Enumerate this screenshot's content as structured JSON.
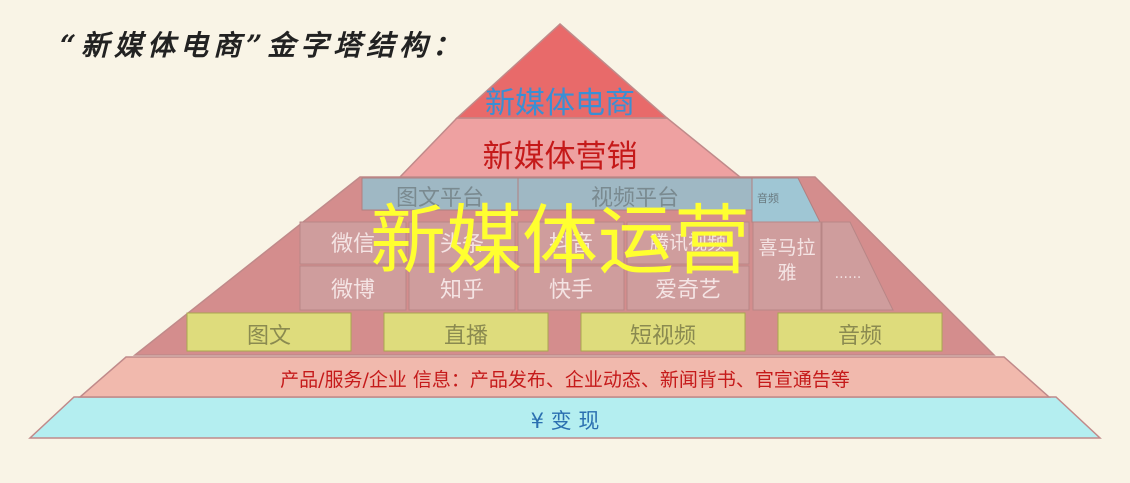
{
  "title": "“新媒体电商”金字塔结构：",
  "layers": {
    "top": "新媒体电商",
    "marketing": "新媒体营销",
    "operation": "新媒体运营",
    "info": "产品/服务/企业 信息：产品发布、企业动态、新闻背书、官宣通告等",
    "monetize": "¥ 变 现"
  },
  "platforms": {
    "image_text": "图文平台",
    "video": "视频平台",
    "audio": "音频"
  },
  "channels": {
    "wechat": "微信",
    "toutiao": "头条",
    "douyin": "抖音",
    "tencent_video": "腾讯视频",
    "ximalaya": "喜马拉雅",
    "weibo": "微博",
    "zhihu": "知乎",
    "kuaishou": "快手",
    "iqiyi": "爱奇艺",
    "more": "......"
  },
  "formats": [
    "图文",
    "直播",
    "短视频",
    "音频"
  ],
  "colors": {
    "background": "#f9f4e6",
    "apex": "#e86a6a",
    "marketing": "#eea1a1",
    "operation": "#d48d8d",
    "platform_bar": "#9fb8c4",
    "format_tag": "#dedc7c",
    "info_band": "#f1b9ad",
    "base_band": "#b4eef0",
    "operation_text": "#ffff30"
  }
}
